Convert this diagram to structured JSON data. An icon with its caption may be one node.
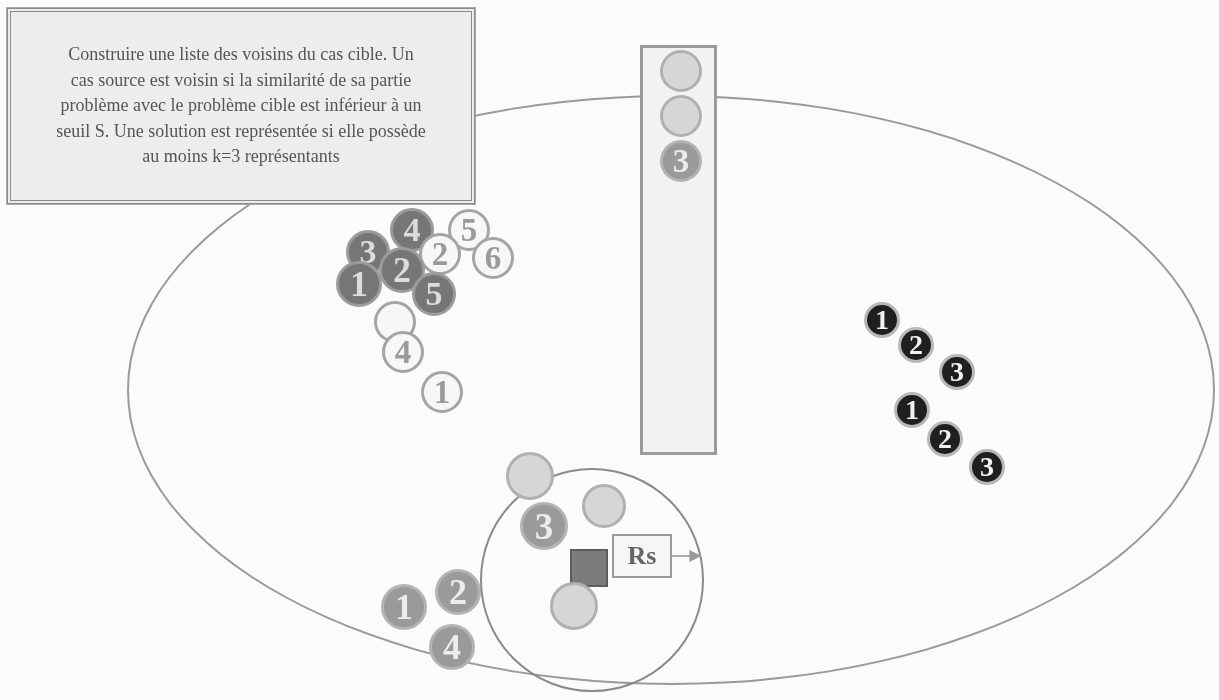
{
  "diagram": {
    "nodes": [
      {
        "text": [
          "Construire une liste des voisins du cas cible. Un cas source est voisin si la similarité de sa partie problème avec le problème cible est inférieur à un seuil S. Une solution est représentée si elle possède au moins k=3 représentants"
        ]
      },
      {
        "text": [],
        "shape": "ellipse"
      },
      {
        "text": [],
        "shape": "box"
      },
      {
        "text": [],
        "shape": "circle",
        "in": 2
      },
      {
        "text": [],
        "shape": "circle",
        "in": 2
      },
      {
        "text": [
          "3"
        ],
        "in": 2
      },
      {
        "text": [
          "4"
        ],
        "in": 1
      },
      {
        "text": [
          "5"
        ],
        "in": 1
      },
      {
        "text": [
          "3"
        ],
        "in": 1
      },
      {
        "text": [
          "2"
        ],
        "in": 1
      },
      {
        "text": [
          "6"
        ],
        "in": 1
      },
      {
        "text": [
          "1"
        ],
        "in": 1
      },
      {
        "text": [
          "2"
        ],
        "in": 1
      },
      {
        "text": [
          "5"
        ],
        "in": 1
      },
      {
        "text": [],
        "shape": "circle",
        "in": 1
      },
      {
        "text": [
          "4"
        ],
        "in": 1
      },
      {
        "text": [
          "1"
        ],
        "in": 1
      },
      {
        "text": [
          "1"
        ],
        "in": 1
      },
      {
        "text": [
          "2"
        ],
        "in": 1
      },
      {
        "text": [
          "3"
        ],
        "in": 1
      },
      {
        "text": [
          "1"
        ],
        "in": 1
      },
      {
        "text": [
          "2"
        ],
        "in": 1
      },
      {
        "text": [
          "3"
        ],
        "in": 1
      },
      {
        "text": [
          "1"
        ],
        "in": 1
      },
      {
        "text": [
          "2"
        ],
        "in": 1
      },
      {
        "text": [
          "4"
        ],
        "in": 1
      },
      {
        "text": [],
        "shape": "circle",
        "in": 1
      },
      {
        "text": [],
        "shape": "circle",
        "in": 1
      },
      {
        "text": [],
        "shape": "circle",
        "in": 26
      },
      {
        "text": [
          "3"
        ],
        "in": 26
      },
      {
        "text": [],
        "shape": "box",
        "in": 26
      },
      {
        "text": [
          "Rs"
        ],
        "in": 26
      },
      {
        "text": [],
        "shape": "circle",
        "in": 26
      }
    ],
    "edges": [
      {
        "from": 31,
        "to": 26,
        "arrow": "to"
      }
    ]
  }
}
